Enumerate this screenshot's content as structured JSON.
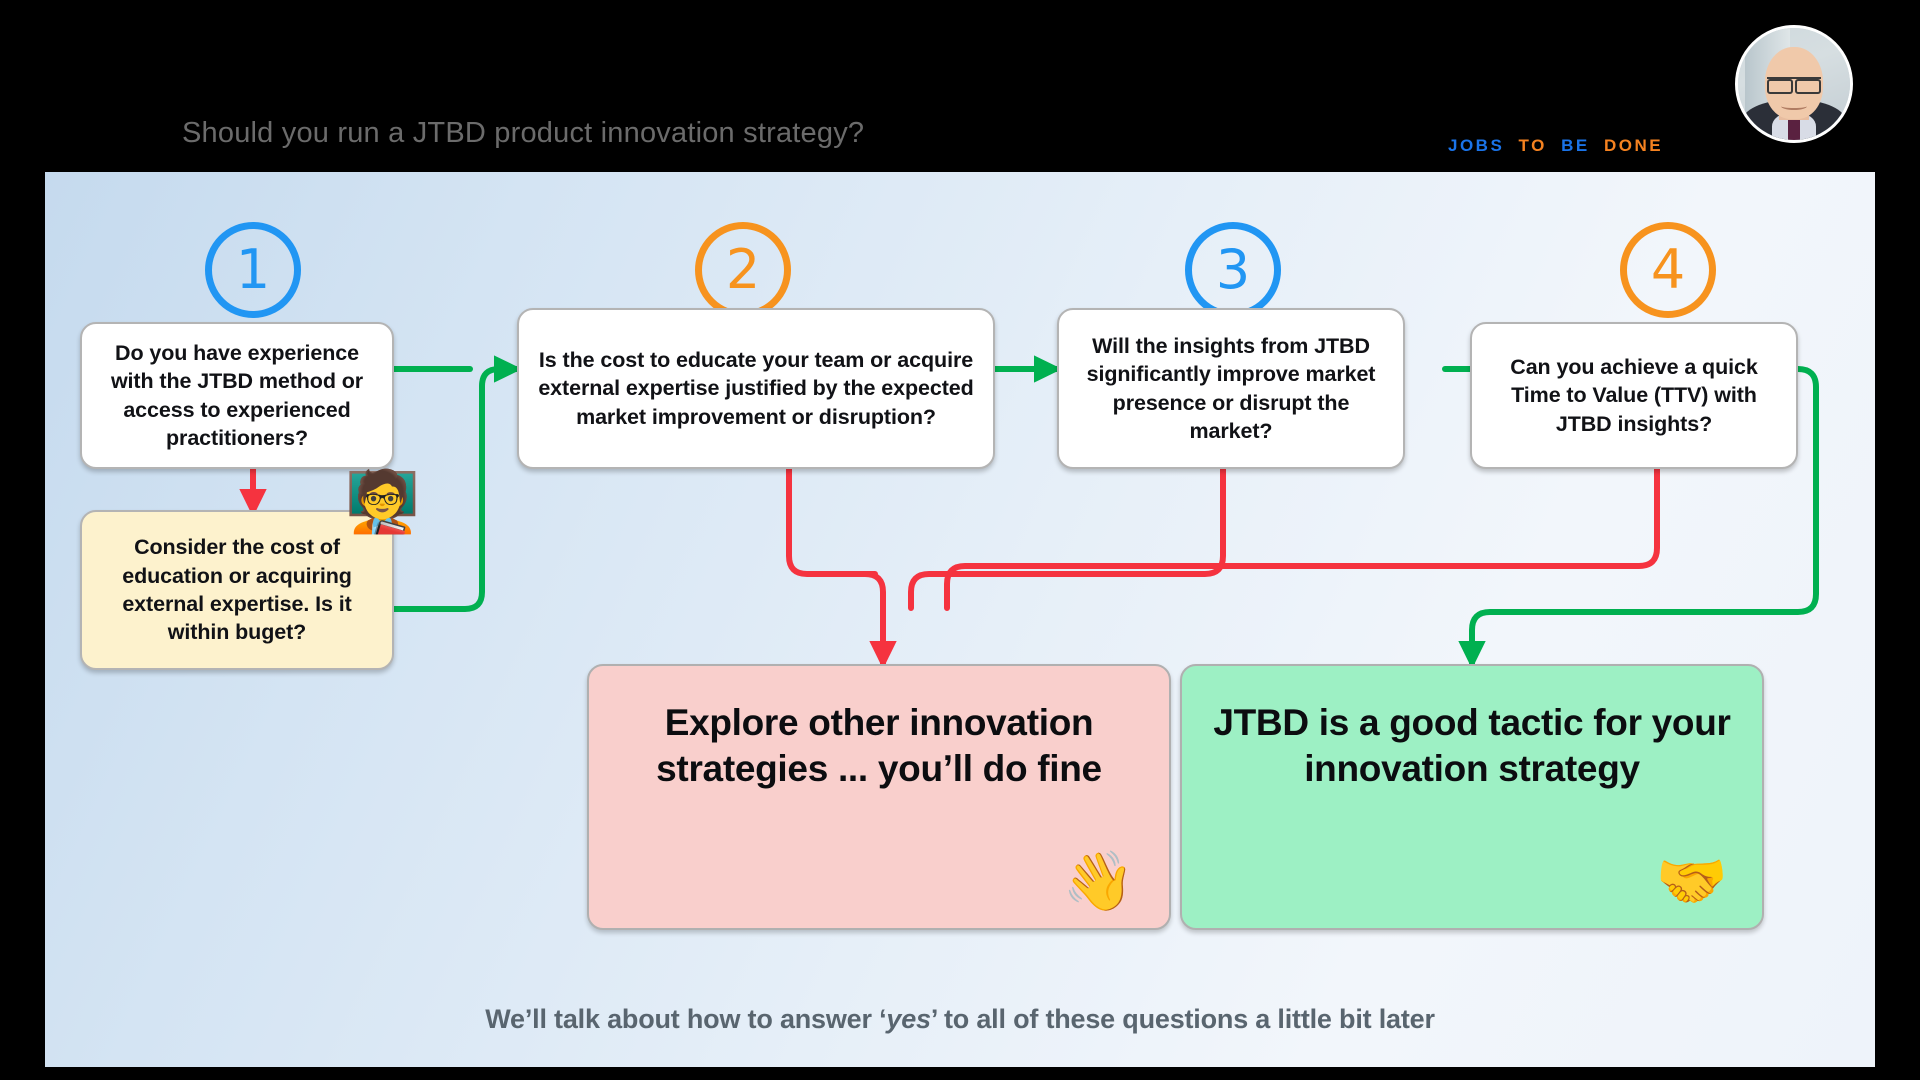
{
  "header": {
    "title": "Should you run a JTBD product innovation strategy?",
    "logo_words": [
      {
        "text": "JOBS",
        "color": "#1a73e8"
      },
      {
        "text": "TO",
        "color": "#f58220"
      },
      {
        "text": "BE",
        "color": "#1a73e8"
      },
      {
        "text": "DONE",
        "color": "#f58220"
      }
    ],
    "avatar_alt": "presenter-headshot"
  },
  "steps": [
    {
      "number": "1",
      "color": "#2196f3",
      "style": "blue"
    },
    {
      "number": "2",
      "color": "#f7931e",
      "style": "orange"
    },
    {
      "number": "3",
      "color": "#2196f3",
      "style": "blue"
    },
    {
      "number": "4",
      "color": "#f7931e",
      "style": "orange"
    }
  ],
  "questions": [
    {
      "id": "q1",
      "text": "Do you have experience with the JTBD method or access to experienced practitioners?"
    },
    {
      "id": "q2",
      "text": "Is the cost to educate your team or acquire external expertise justified by the expected market improvement or disruption?"
    },
    {
      "id": "q3",
      "text": "Will the insights from JTBD significantly improve market presence or disrupt the market?"
    },
    {
      "id": "q4",
      "text": "Can you achieve a quick Time to Value (TTV) with JTBD insights?"
    }
  ],
  "budget_box": {
    "text": "Consider the cost of education or acquiring external expertise. Is it within buget?",
    "background": "#fdf2cd",
    "icon": "🧑‍🏫",
    "icon_name": "person-with-questions-icon"
  },
  "outcomes": [
    {
      "id": "negative",
      "text": "Explore other innovation strategies ... you’ll do fine",
      "emoji": "👋",
      "emoji_name": "waving-hand-icon",
      "background": "#f9cfcc"
    },
    {
      "id": "positive",
      "text": "JTBD is a good tactic for your innovation strategy",
      "emoji": "🤝",
      "emoji_name": "handshake-icon",
      "background": "#9df0c4"
    }
  ],
  "footer": {
    "prefix": "We’ll talk about how to answer ‘",
    "emphasis": "yes",
    "suffix": "’ to all of these questions a little bit later"
  },
  "colors": {
    "yes_path": "#00b050",
    "no_path": "#f5333f",
    "canvas_start": "#c5daee",
    "canvas_end": "#f2f6fb",
    "box_border": "#b4b4b4",
    "title_text": "#6b6b6b",
    "footer_text": "#59656f"
  }
}
